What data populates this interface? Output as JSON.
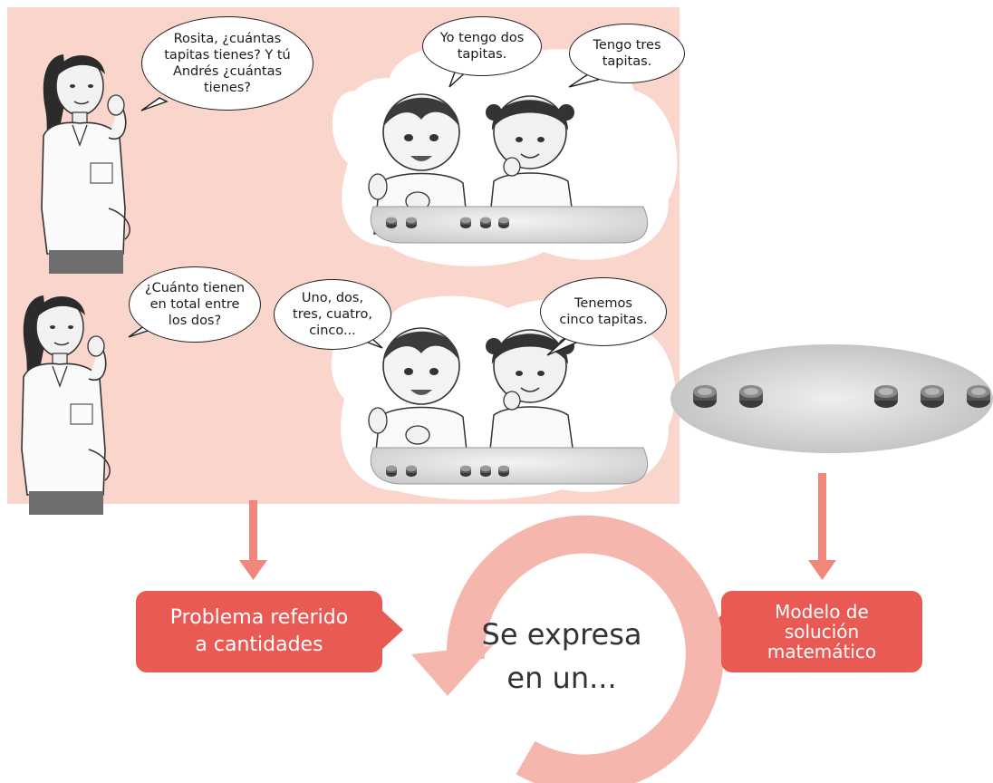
{
  "scene1": {
    "teacher_question": "Rosita, ¿cuántas\ntapitas tienes? Y tú\nAndrés ¿cuántas\ntienes?",
    "boy_answer": "Yo tengo dos\ntapitas.",
    "girl_answer": "Tengo tres\ntapitas."
  },
  "scene2": {
    "teacher_question": "¿Cuánto tienen\nen total entre\nlos dos?",
    "boy_counting": "Uno, dos,\ntres, cuatro,\ncinco...",
    "girl_answer": "Tenemos\ncinco tapitas."
  },
  "flow": {
    "left_label": "Problema referido\na cantidades",
    "center_text": "Se expresa\nen un...",
    "right_label": "Modelo de\nsolución\nmatemático"
  },
  "model": {
    "left_group_count": 2,
    "right_group_count": 3
  },
  "colors": {
    "panel_pink": "#f9d5cc",
    "label_red": "#e85a53",
    "arrow_salmon": "#f0877a",
    "cycle_pink": "#f5b7ad"
  }
}
